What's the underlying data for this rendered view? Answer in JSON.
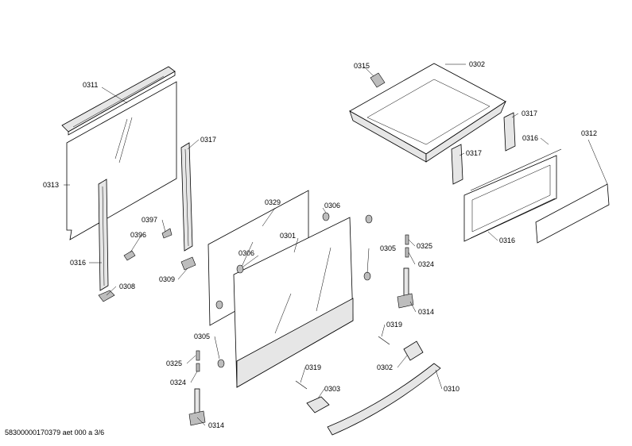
{
  "diagram": {
    "labels": {
      "l0311": "0311",
      "l0313": "0313",
      "l0316a": "0316",
      "l0308": "0308",
      "l0396": "0396",
      "l0397": "0397",
      "l0317a": "0317",
      "l0309": "0309",
      "l0329": "0329",
      "l0306a": "0306",
      "l0301": "0301",
      "l0306b": "0306",
      "l0305a": "0305",
      "l0325a": "0325",
      "l0324a": "0324",
      "l0314a": "0314",
      "l0319a": "0319",
      "l0303": "0303",
      "l0305b": "0305",
      "l0325b": "0325",
      "l0324b": "0324",
      "l0314b": "0314",
      "l0319b": "0319",
      "l0302b": "0302",
      "l0310": "0310",
      "l0315": "0315",
      "l0302a": "0302",
      "l0317b": "0317",
      "l0317c": "0317",
      "l0316b": "0316",
      "l0312": "0312",
      "l0316c": "0316"
    },
    "footer": "58300000170379 aet 000 a 3/6"
  }
}
